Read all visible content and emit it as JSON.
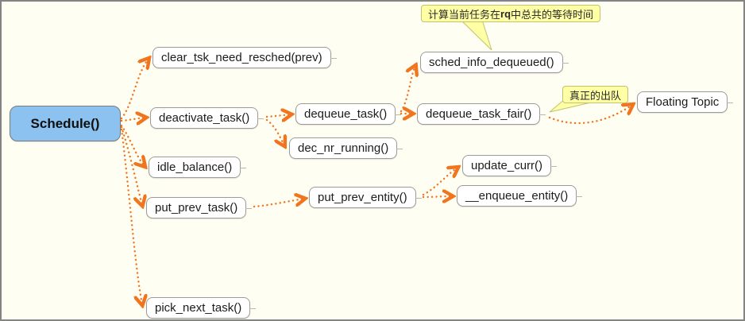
{
  "diagram": {
    "type": "mindmap",
    "root_id": "schedule",
    "colors": {
      "background": "#fffef3",
      "frame_border": "#848484",
      "edge_orange": "#f0751e",
      "root_fill": "#8cc2ef",
      "node_fill": "#ffffff",
      "node_border": "#9c9c94",
      "note_fill": "#ffffa6",
      "note_border": "#c2c270"
    }
  },
  "nodes": {
    "schedule": {
      "label": "Schedule()"
    },
    "clear_tsk_need_resched": {
      "label": "clear_tsk_need_resched(prev)"
    },
    "deactivate_task": {
      "label": "deactivate_task()"
    },
    "dequeue_task": {
      "label": "dequeue_task()"
    },
    "sched_info_dequeued": {
      "label": "sched_info_dequeued()"
    },
    "dequeue_task_fair": {
      "label": "dequeue_task_fair()"
    },
    "dec_nr_running": {
      "label": "dec_nr_running()"
    },
    "idle_balance": {
      "label": "idle_balance()"
    },
    "put_prev_task": {
      "label": "put_prev_task()"
    },
    "put_prev_entity": {
      "label": "put_prev_entity()"
    },
    "update_curr": {
      "label": "update_curr()"
    },
    "enqueue_entity": {
      "label": "__enqueue_entity()"
    },
    "pick_next_task": {
      "label": "pick_next_task()"
    },
    "floating_topic": {
      "label": "Floating Topic"
    }
  },
  "notes": {
    "rq_wait_time": {
      "prefix": "计算当前任务在",
      "bold": "rq",
      "suffix": "中总共的等待时间",
      "target": "sched_info_dequeued"
    },
    "real_dequeue": {
      "text": "真正的出队",
      "target": "dequeue_task_fair"
    }
  },
  "edges": [
    {
      "from": "schedule",
      "to": "clear_tsk_need_resched"
    },
    {
      "from": "schedule",
      "to": "deactivate_task"
    },
    {
      "from": "schedule",
      "to": "idle_balance"
    },
    {
      "from": "schedule",
      "to": "put_prev_task"
    },
    {
      "from": "schedule",
      "to": "pick_next_task"
    },
    {
      "from": "deactivate_task",
      "to": "dequeue_task"
    },
    {
      "from": "deactivate_task",
      "to": "dec_nr_running"
    },
    {
      "from": "dequeue_task",
      "to": "sched_info_dequeued"
    },
    {
      "from": "dequeue_task",
      "to": "dequeue_task_fair"
    },
    {
      "from": "put_prev_task",
      "to": "put_prev_entity"
    },
    {
      "from": "put_prev_entity",
      "to": "update_curr"
    },
    {
      "from": "put_prev_entity",
      "to": "enqueue_entity"
    },
    {
      "from": "dequeue_task_fair",
      "to": "floating_topic"
    }
  ]
}
